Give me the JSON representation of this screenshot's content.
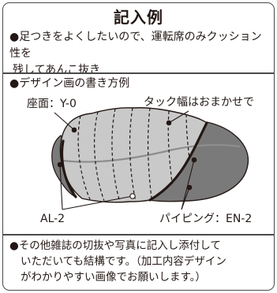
{
  "title": "記入例",
  "note1": {
    "line1": "●足つきをよくしたいので、運転席のみクッション性を",
    "line2": "残してあんこ抜き"
  },
  "subtitle": "●デザイン画の書き方例",
  "labels": {
    "seat_face": "座面：Y-0",
    "tack_width": "タック幅はおまかせで",
    "side": "AL-2",
    "piping": "パイピング：EN-2"
  },
  "note2": {
    "line1": "●その他雑誌の切抜や写真に記入し添付して",
    "line2": "いただいても結構です。（加工内容デザイン",
    "line3": "がわかりやすい画像でお願いします。）"
  },
  "colors": {
    "seat_top": "#c9c9c9",
    "seat_side": "#7a7a7a",
    "line": "#231815",
    "border": "#4a4a4a"
  }
}
